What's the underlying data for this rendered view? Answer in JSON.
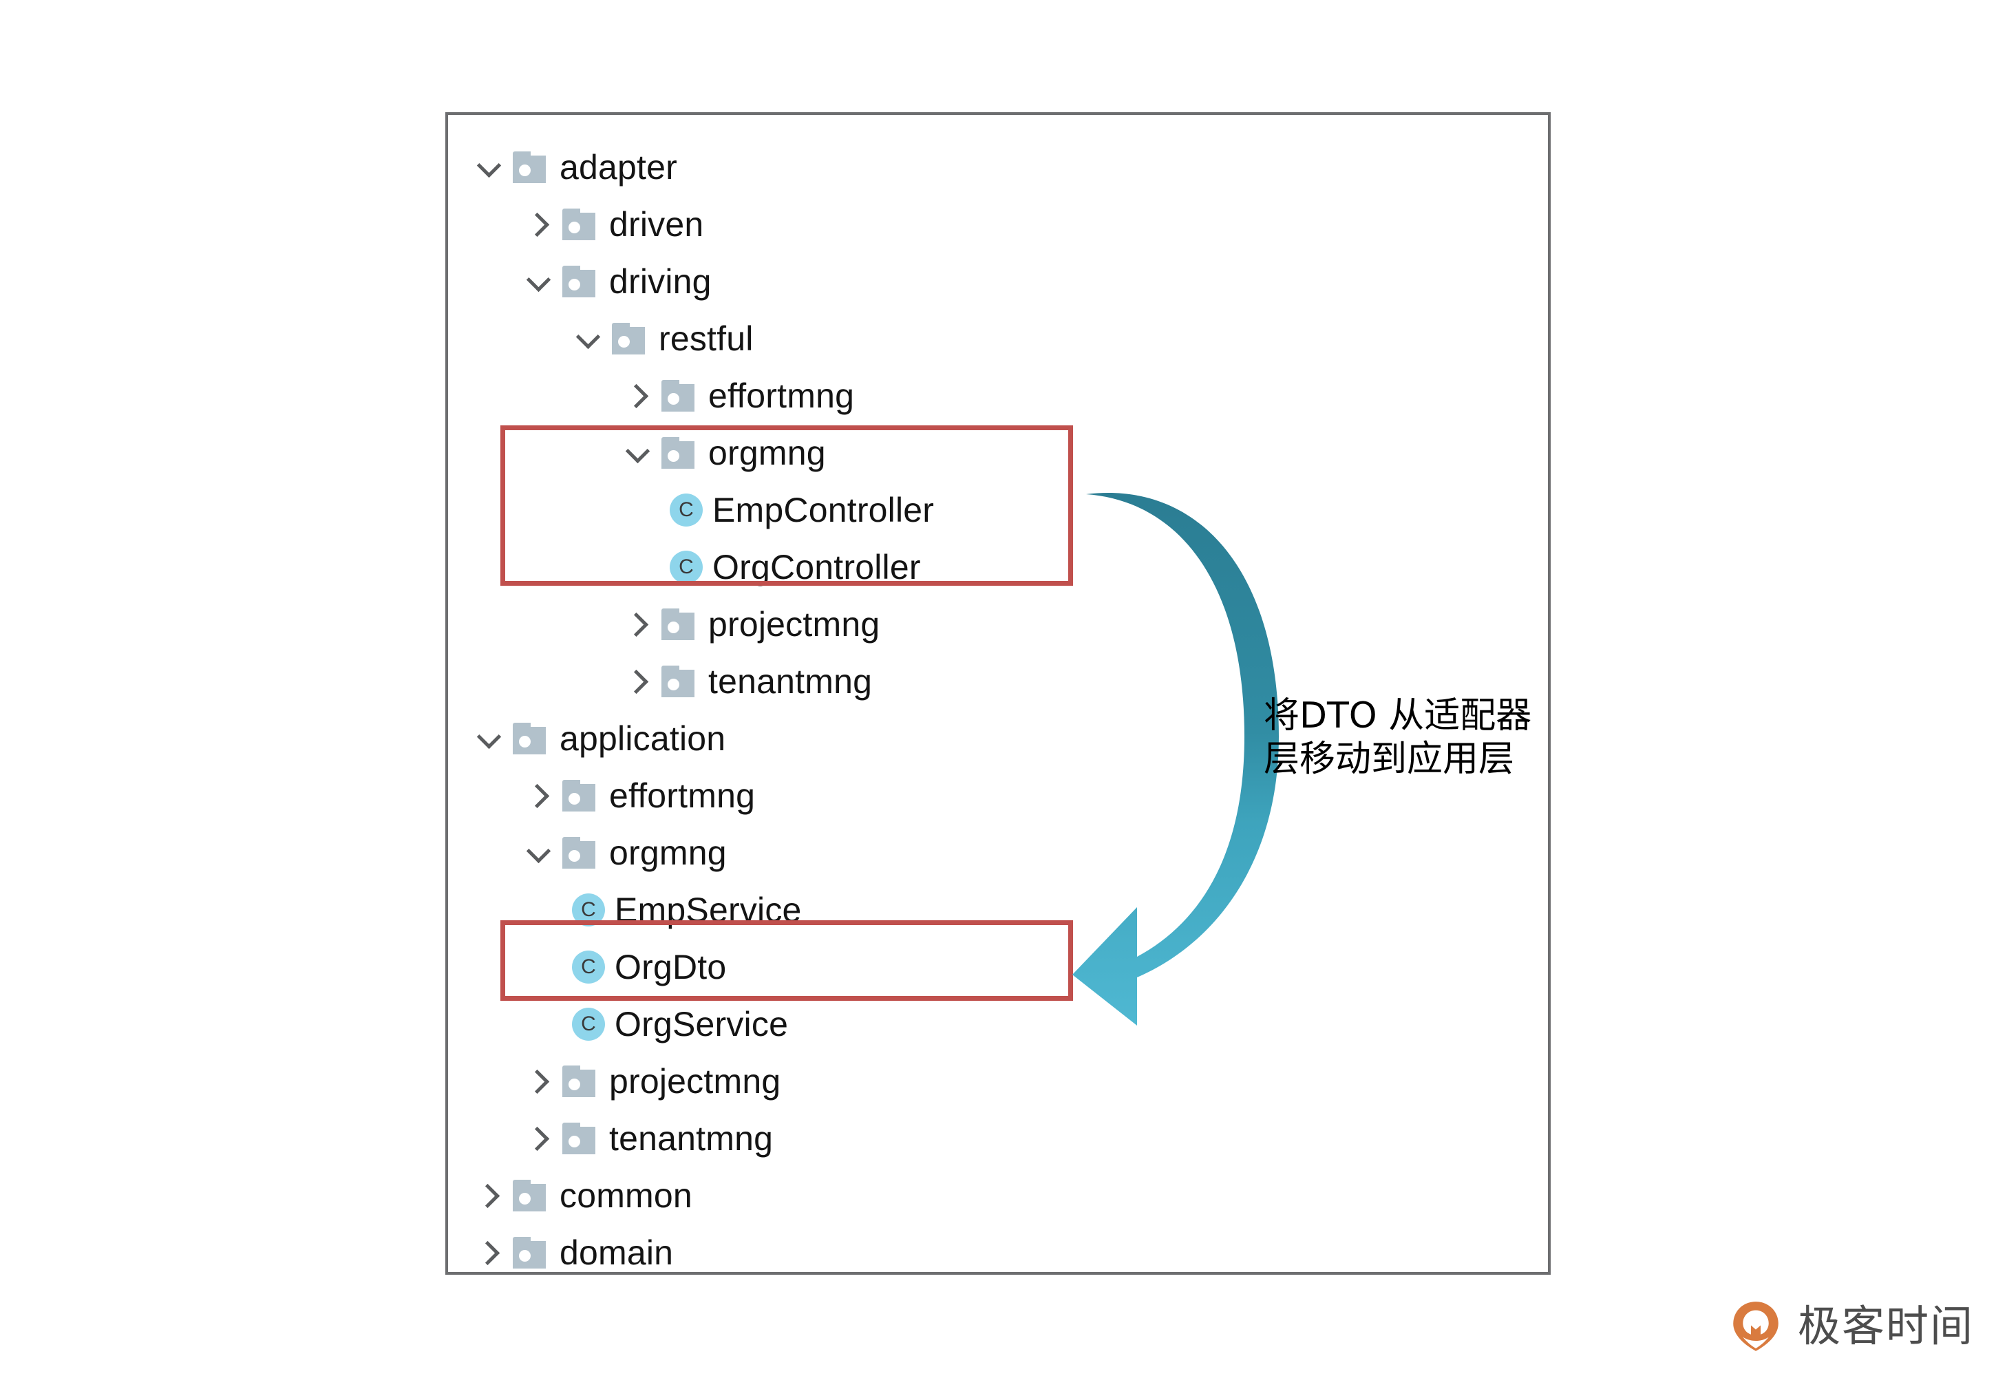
{
  "panel": {
    "border_color": "#6d6e70",
    "background": "#ffffff"
  },
  "tree": {
    "folder_icon": "folder-icon",
    "class_icon": "class-icon",
    "class_icon_letter": "C",
    "expanded_icon": "chevron-down-icon",
    "collapsed_icon": "chevron-right-icon",
    "nodes": [
      {
        "label": "adapter",
        "level": 0,
        "type": "folder",
        "state": "expanded"
      },
      {
        "label": "driven",
        "level": 1,
        "type": "folder",
        "state": "collapsed"
      },
      {
        "label": "driving",
        "level": 1,
        "type": "folder",
        "state": "expanded"
      },
      {
        "label": "restful",
        "level": 2,
        "type": "folder",
        "state": "expanded"
      },
      {
        "label": "effortmng",
        "level": 3,
        "type": "folder",
        "state": "collapsed"
      },
      {
        "label": "orgmng",
        "level": 3,
        "type": "folder",
        "state": "expanded"
      },
      {
        "label": "EmpController",
        "level": 4,
        "type": "class",
        "state": "leaf"
      },
      {
        "label": "OrgController",
        "level": 4,
        "type": "class",
        "state": "leaf"
      },
      {
        "label": "projectmng",
        "level": 3,
        "type": "folder",
        "state": "collapsed"
      },
      {
        "label": "tenantmng",
        "level": 3,
        "type": "folder",
        "state": "collapsed"
      },
      {
        "label": "application",
        "level": 0,
        "type": "folder",
        "state": "expanded"
      },
      {
        "label": "effortmng",
        "level": 1,
        "type": "folder",
        "state": "collapsed"
      },
      {
        "label": "orgmng",
        "level": 1,
        "type": "folder",
        "state": "expanded"
      },
      {
        "label": "EmpService",
        "level": 2,
        "type": "class",
        "state": "leaf"
      },
      {
        "label": "OrgDto",
        "level": 2,
        "type": "class",
        "state": "leaf"
      },
      {
        "label": "OrgService",
        "level": 2,
        "type": "class",
        "state": "leaf"
      },
      {
        "label": "projectmng",
        "level": 1,
        "type": "folder",
        "state": "collapsed"
      },
      {
        "label": "tenantmng",
        "level": 1,
        "type": "folder",
        "state": "collapsed"
      },
      {
        "label": "common",
        "level": 0,
        "type": "folder",
        "state": "collapsed"
      },
      {
        "label": "domain",
        "level": 0,
        "type": "folder",
        "state": "collapsed"
      }
    ]
  },
  "highlights": {
    "color": "#c0504d",
    "boxes": [
      {
        "name": "controllers-highlight",
        "targets": [
          "orgmng",
          "EmpController",
          "OrgController"
        ]
      },
      {
        "name": "orgdto-highlight",
        "targets": [
          "OrgDto"
        ]
      }
    ]
  },
  "arrow": {
    "name": "curved-move-arrow",
    "direction": "from-adapter-orgmng-to-application-orgmng",
    "color_start": "#2e7f96",
    "color_end": "#4fb3cf"
  },
  "annotation": {
    "line1": "将DTO 从适配器",
    "line2": "层移动到应用层",
    "color": "#000000"
  },
  "brand": {
    "text": "极客时间",
    "mark_color": "#d97b3f",
    "text_color": "#4d4d4d"
  }
}
